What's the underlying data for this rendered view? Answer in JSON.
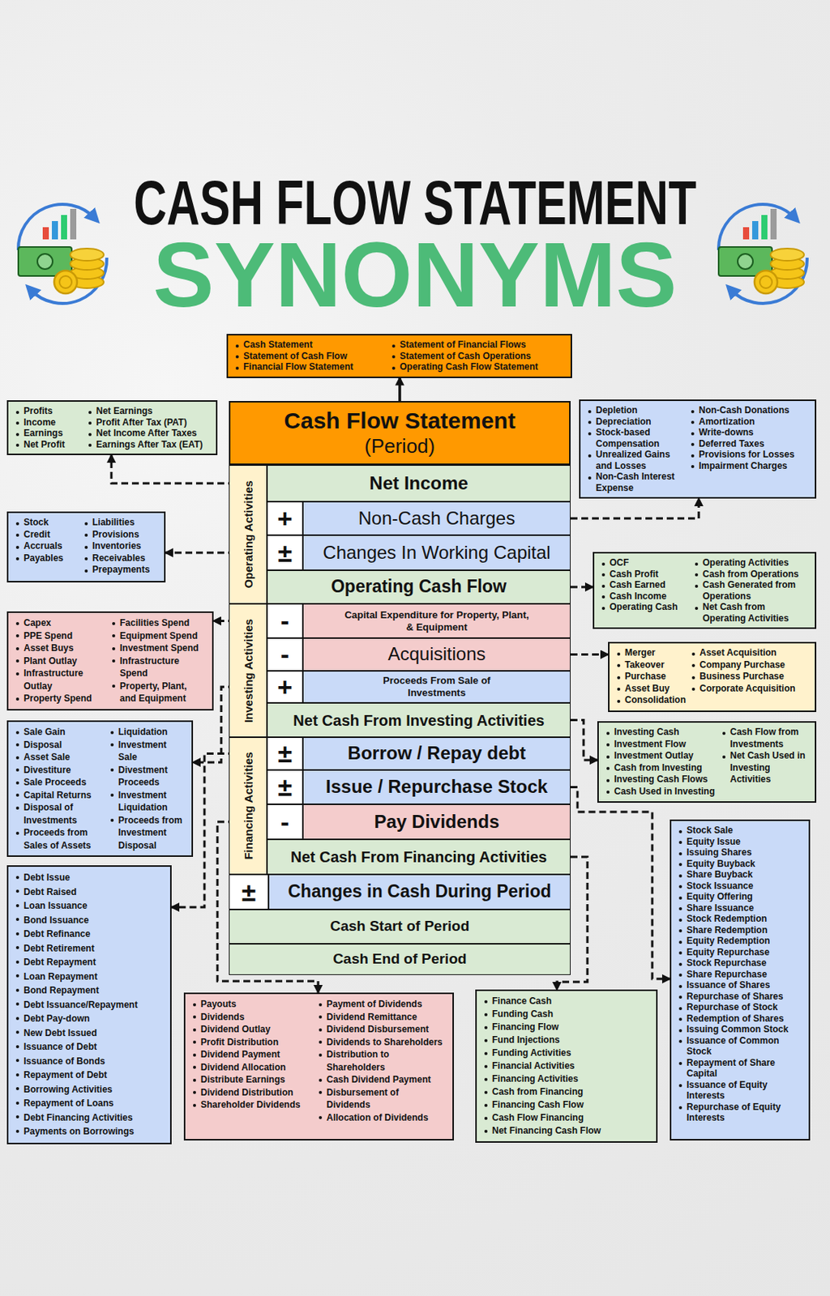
{
  "diagram": {
    "title": "CASH FLOW STATEMENT",
    "nodes": [
      {
        "text": [
          "Cash Statement",
          "Statement of Cash Flow",
          "Financial Flow Statement",
          "Statement of Financial Flows",
          "Statement of Cash Operations",
          "Operating Cash Flow Statement"
        ]
      },
      {
        "text": [
          "Cash Flow Statement",
          "(Period)"
        ]
      },
      {
        "text": [
          "Profits",
          "Income",
          "Earnings",
          "Net Profit",
          "Net Earnings",
          "Profit After Tax (PAT)",
          "Net Income After Taxes",
          "Earnings After Tax (EAT)"
        ]
      },
      {
        "text": [
          "Depletion",
          "Depreciation",
          "Stock-based Compensation",
          "Unrealized Gains and Losses",
          "Non-Cash Interest Expense",
          "Non-Cash Donations",
          "Amortization",
          "Write-downs",
          "Deferred Taxes",
          "Provisions for Losses",
          "Impairment Charges"
        ]
      },
      {
        "text": [
          "Operating Activities"
        ]
      },
      {
        "text": [
          "Net Income"
        ]
      },
      {
        "text": [
          "+",
          "Non-Cash Charges"
        ]
      },
      {
        "text": [
          "±",
          "Changes In Working Capital"
        ]
      },
      {
        "text": [
          "Stock",
          "Credit",
          "Accruals",
          "Payables",
          "Liabilities",
          "Provisions",
          "Inventories",
          "Receivables",
          "Prepayments"
        ]
      },
      {
        "text": [
          "Operating Cash Flow"
        ]
      },
      {
        "text": [
          "OCF",
          "Cash Profit",
          "Cash Earned",
          "Cash Income",
          "Operating Cash",
          "Operating Activities",
          "Cash from Operations",
          "Cash Generated from Operations",
          "Net Cash from Operating Activities"
        ]
      },
      {
        "text": [
          "Investing Activities"
        ]
      },
      {
        "text": [
          "-",
          "Capital Expenditure for Property, Plant, & Equipment"
        ]
      },
      {
        "text": [
          "Capex",
          "PPE Spend",
          "Asset Buys",
          "Plant Outlay",
          "Infrastructure Outlay",
          "Property Spend",
          "Facilities Spend",
          "Equipment Spend",
          "Investment Spend",
          "Infrastructure Spend",
          "Property, Plant, and Equipment"
        ]
      },
      {
        "text": [
          "-",
          "Acquisitions"
        ]
      },
      {
        "text": [
          "Merger",
          "Takeover",
          "Purchase",
          "Asset Buy",
          "Consolidation",
          "Asset Acquisition",
          "Company Purchase",
          "Business Purchase",
          "Corporate Acquisition"
        ]
      },
      {
        "text": [
          "+",
          "Proceeds From Sale of Investments"
        ]
      },
      {
        "text": [
          "Sale Gain",
          "Disposal",
          "Asset Sale",
          "Divestiture",
          "Sale Proceeds",
          "Capital Returns",
          "Disposal of Investments",
          "Proceeds from Sales of Assets",
          "Liquidation",
          "Investment Sale",
          "Divestment Proceeds",
          "Investment Liquidation",
          "Proceeds from Investment Disposal"
        ]
      },
      {
        "text": [
          "Net Cash From Investing Activities"
        ]
      },
      {
        "text": [
          "Investing Cash",
          "Investment Flow",
          "Investment Outlay",
          "Cash from Investing",
          "Investing Cash Flows",
          "Cash Used in Investing",
          "Cash Flow from Investments",
          "Net Cash Used in Investing Activities"
        ]
      },
      {
        "text": [
          "Financing Activities"
        ]
      },
      {
        "text": [
          "±",
          "Borrow / Repay debt"
        ]
      },
      {
        "text": [
          "±",
          "Issue / Repurchase Stock"
        ]
      },
      {
        "text": [
          "-",
          "Pay Dividends"
        ]
      },
      {
        "text": [
          "Net Cash From Financing Activities"
        ]
      },
      {
        "text": [
          "±",
          "Changes in Cash During Period"
        ]
      },
      {
        "text": [
          "Cash Start of Period"
        ]
      },
      {
        "text": [
          "Cash End of Period"
        ]
      },
      {
        "text": [
          "Debt Issue",
          "Debt Raised",
          "Loan Issuance",
          "Bond Issuance",
          "Debt Refinance",
          "Debt Retirement",
          "Debt Repayment",
          "Loan Repayment",
          "Bond Repayment",
          "Debt Issuance/Repayment",
          "Debt Pay-down",
          "New Debt Issued",
          "Issuance of Debt",
          "Issuance of Bonds",
          "Repayment of Debt",
          "Borrowing Activities",
          "Repayment of Loans",
          "Debt Financing Activities",
          "Payments on Borrowings"
        ]
      },
      {
        "text": [
          "Payouts",
          "Dividends",
          "Dividend Outlay",
          "Profit Distribution",
          "Dividend Payment",
          "Dividend Allocation",
          "Distribute Earnings",
          "Dividend Distribution",
          "Shareholder Dividends",
          "Payment of Dividends",
          "Dividend Remittance",
          "Dividend Disbursement",
          "Dividends to Shareholders",
          "Distribution to Shareholders",
          "Cash Dividend Payment",
          "Disbursement of Dividends",
          "Allocation of Dividends"
        ]
      },
      {
        "text": [
          "Finance Cash",
          "Funding Cash",
          "Financing Flow",
          "Fund Injections",
          "Funding Activities",
          "Financial Activities",
          "Financing Activities",
          "Cash from Financing",
          "Financing Cash Flow",
          "Cash Flow Financing",
          "Net Financing Cash Flow"
        ]
      },
      {
        "text": [
          "Stock Sale",
          "Equity Issue",
          "Issuing Shares",
          "Equity Buyback",
          "Share Buyback",
          "Stock Issuance",
          "Equity Offering",
          "Share Issuance",
          "Stock Redemption",
          "Share Redemption",
          "Equity Redemption",
          "Equity Repurchase",
          "Stock Repurchase",
          "Share Repurchase",
          "Issuance of Shares",
          "Repurchase of Shares",
          "Repurchase of Stock",
          "Redemption of Shares",
          "Issuing Common Stock",
          "Issuance of Common Stock",
          "Repayment of Share Capital",
          "Issuance of Equity Interests",
          "Repurchase of Equity Interests"
        ]
      }
    ],
    "edges": [
      {
        "from": 1,
        "to": 0,
        "arrow": "to"
      },
      {
        "from": 5,
        "to": 2,
        "arrow": "to"
      },
      {
        "from": 6,
        "to": 3,
        "arrow": "to"
      },
      {
        "from": 7,
        "to": 8,
        "arrow": "to"
      },
      {
        "from": 9,
        "to": 10,
        "arrow": "to"
      },
      {
        "from": 12,
        "to": 13,
        "arrow": "to"
      },
      {
        "from": 14,
        "to": 15,
        "arrow": "to"
      },
      {
        "from": 16,
        "to": 17,
        "arrow": "to"
      },
      {
        "from": 18,
        "to": 19,
        "arrow": "to"
      },
      {
        "from": 21,
        "to": 28,
        "arrow": "to"
      },
      {
        "from": 22,
        "to": 31,
        "arrow": "to"
      },
      {
        "from": 23,
        "to": 29,
        "arrow": "to"
      },
      {
        "from": 24,
        "to": 30,
        "arrow": "to"
      }
    ],
    "labels": [
      "SYNONYMS"
    ]
  }
}
